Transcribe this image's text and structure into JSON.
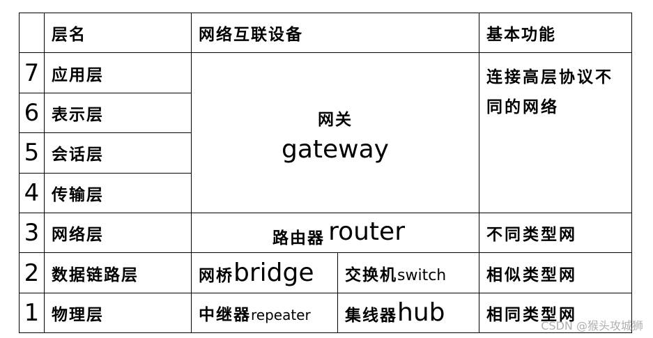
{
  "header": {
    "num": "",
    "layer": "层名",
    "device": "网络互联设备",
    "function": "基本功能"
  },
  "rows": [
    {
      "num": "7",
      "layer": "应用层"
    },
    {
      "num": "6",
      "layer": "表示层"
    },
    {
      "num": "5",
      "layer": "会话层"
    },
    {
      "num": "4",
      "layer": "传输层"
    },
    {
      "num": "3",
      "layer": "网络层"
    },
    {
      "num": "2",
      "layer": "数据链路层"
    },
    {
      "num": "1",
      "layer": "物理层"
    }
  ],
  "devices": {
    "gateway_zh": "网关",
    "gateway_en": "gateway",
    "router_zh": "路由器",
    "router_en": "router",
    "bridge_zh": "网桥",
    "bridge_en": "bridge",
    "switch_zh": "交换机",
    "switch_en": "switch",
    "repeater_zh": "中继器",
    "repeater_en": "repeater",
    "hub_zh": "集线器",
    "hub_en": "hub"
  },
  "functions": {
    "upper": "连接高层协议不同的网络",
    "network": "不同类型网",
    "datalink": "相似类型网",
    "physical": "相同类型网"
  },
  "watermark": "CSDN @猴头攻城狮"
}
